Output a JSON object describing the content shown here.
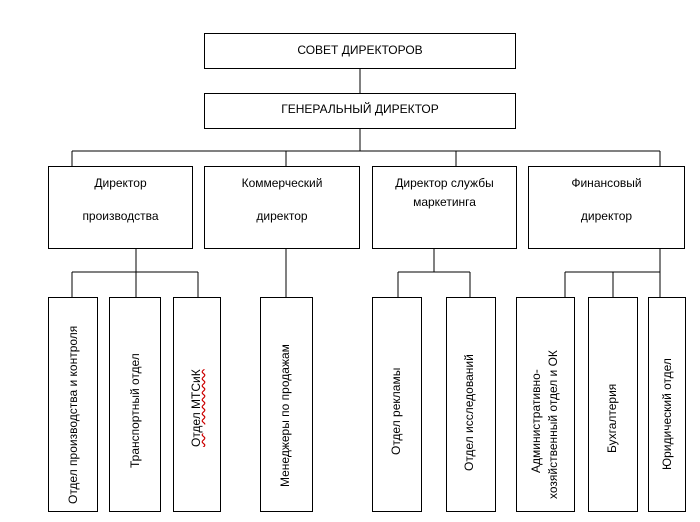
{
  "board": "СОВЕТ ДИРЕКТОРОВ",
  "ceo": "ГЕНЕРАЛЬНЫЙ ДИРЕКТОР",
  "directors": [
    {
      "line1": "Директор",
      "line2": "производства"
    },
    {
      "line1": "Коммерческий",
      "line2": "директор"
    },
    {
      "line1": "Директор службы",
      "line2": "маркетинга"
    },
    {
      "line1": "Финансовый",
      "line2": "директор"
    }
  ],
  "departments": [
    {
      "lines": [
        "Отдел производства и контроля"
      ]
    },
    {
      "lines": [
        "Транспортный отдел"
      ]
    },
    {
      "lines": [
        "Отдел МТСиК"
      ]
    },
    {
      "lines": [
        "Менеджеры по продажам"
      ]
    },
    {
      "lines": [
        "Отдел рекламы"
      ]
    },
    {
      "lines": [
        "Отдел исследований"
      ]
    },
    {
      "lines": [
        "Административно-",
        "хозяйственный отдел и ОК"
      ]
    },
    {
      "lines": [
        "Бухгалтерия"
      ]
    },
    {
      "lines": [
        "Юридический отдел"
      ]
    }
  ]
}
